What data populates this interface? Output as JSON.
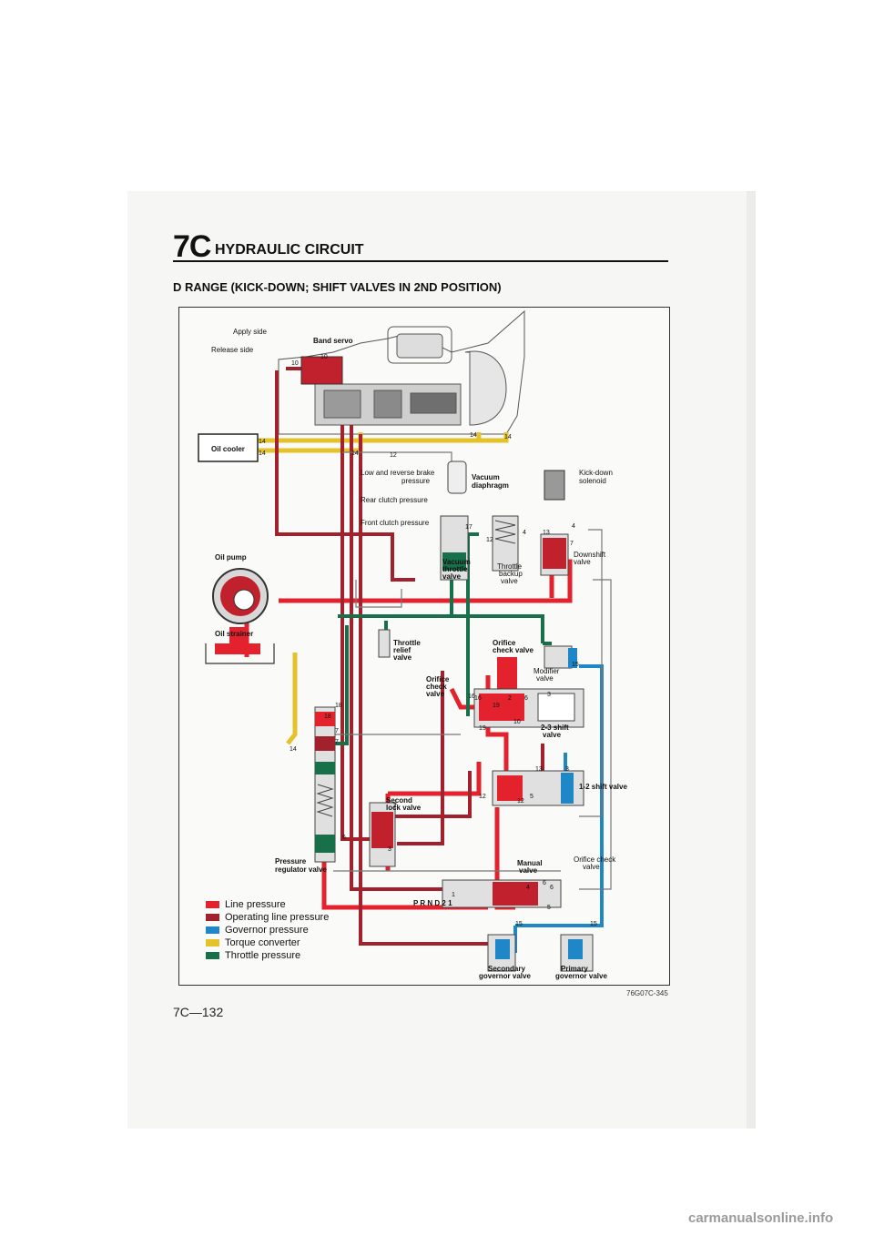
{
  "header": {
    "section_number": "7C",
    "section_title": "HYDRAULIC CIRCUIT"
  },
  "diagram_title": "D RANGE (KICK-DOWN; SHIFT VALVES IN 2ND POSITION)",
  "labels": {
    "apply_side": "Apply side",
    "release_side": "Release side",
    "band_servo": "Band servo",
    "oil_cooler": "Oil cooler",
    "oil_pump": "Oil pump",
    "oil_strainer": "Oil strainer",
    "low_reverse": "Low and reverse brake",
    "low_reverse_2": "pressure",
    "rear_clutch": "Rear clutch pressure",
    "front_clutch": "Front clutch pressure",
    "vacuum_diaphragm_1": "Vacuum",
    "vacuum_diaphragm_2": "diaphragm",
    "kickdown_1": "Kick-down",
    "kickdown_2": "solenoid",
    "vacuum_throttle_1": "Vacuum",
    "vacuum_throttle_2": "throttle",
    "vacuum_throttle_3": "valve",
    "throttle_backup_1": "Throttle",
    "throttle_backup_2": "backup",
    "throttle_backup_3": "valve",
    "downshift_1": "Downshift",
    "downshift_2": "valve",
    "throttle_relief_1": "Throttle",
    "throttle_relief_2": "relief",
    "throttle_relief_3": "valve",
    "orifice_check_1a": "Orifice",
    "orifice_check_1b": "check valve",
    "orifice_check_2a": "Orifice",
    "orifice_check_2b": "check",
    "orifice_check_2c": "valve",
    "modifier_1": "Modifier",
    "modifier_2": "valve",
    "shift_23_1": "2-3 shift",
    "shift_23_2": "valve",
    "shift_12": "1-2 shift valve",
    "second_lock_1": "Second",
    "second_lock_2": "lock valve",
    "pressure_reg_1": "Pressure",
    "pressure_reg_2": "regulator valve",
    "manual_1": "Manual",
    "manual_2": "valve",
    "orifice_check_3a": "Orifice check",
    "orifice_check_3b": "valve",
    "prnd": "P R N D 2 1",
    "secondary_gov_1": "Secondary",
    "secondary_gov_2": "governor valve",
    "primary_gov_1": "Primary",
    "primary_gov_2": "governor valve"
  },
  "port_numbers": [
    "10",
    "12",
    "14",
    "14",
    "14",
    "14",
    "14",
    "17",
    "4",
    "12",
    "13",
    "4",
    "7",
    "18",
    "19",
    "15",
    "16",
    "19",
    "10",
    "2",
    "6",
    "3",
    "13",
    "3",
    "12",
    "12",
    "5",
    "18",
    "7",
    "7",
    "14",
    "6",
    "6",
    "2",
    "3",
    "4",
    "6",
    "5",
    "15",
    "15",
    "10",
    "1",
    "16"
  ],
  "legend": [
    {
      "label": "Line pressure",
      "color": "#e3222d"
    },
    {
      "label": "Operating line pressure",
      "color": "#a3212c"
    },
    {
      "label": "Governor pressure",
      "color": "#1f86c8"
    },
    {
      "label": "Torque converter",
      "color": "#e6c22a"
    },
    {
      "label": "Throttle pressure",
      "color": "#17704a"
    }
  ],
  "figure_code": "76G07C-345",
  "page_number": "7C—132",
  "watermark": "carmanualsonline.info"
}
